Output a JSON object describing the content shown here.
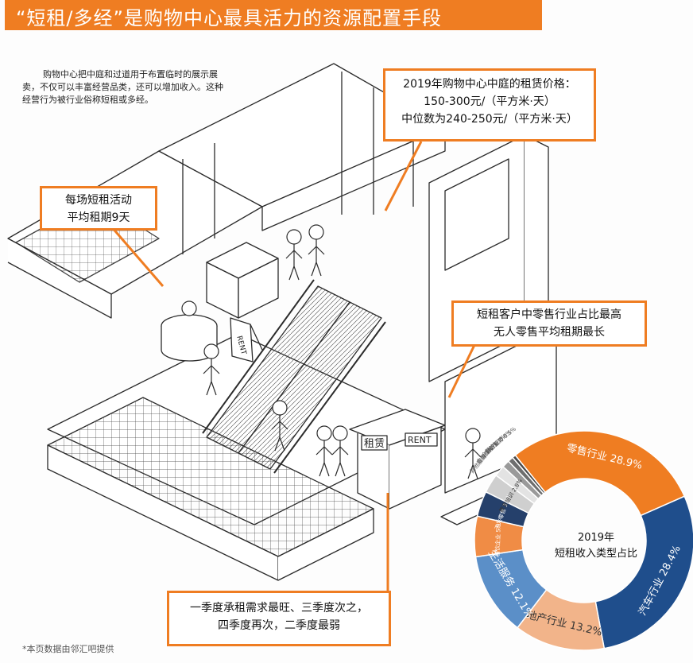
{
  "title": "“短租/多经”是购物中心最具活力的资源配置手段",
  "intro": "购物中心把中庭和过道用于布置临时的展示展卖，不仅可以丰富经营品类，还可以增加收入。这种经营行为被行业俗称短租或多经。",
  "callouts": {
    "price": [
      "2019年购物中心中庭的租赁价格：",
      "150-300元/（平方米·天）",
      "中位数为240-250元/（平方米·天）"
    ],
    "duration": [
      "每场短租活动",
      "平均租期9天"
    ],
    "retail": [
      "短租客户中零售行业占比最高",
      "无人零售平均租期最长"
    ],
    "season": [
      "一季度承租需求最旺、三季度次之，",
      "四季度再次，二季度最弱"
    ]
  },
  "signs": {
    "rent_board": "RENT",
    "kiosk_cn": "租赁",
    "kiosk_en": "RENT"
  },
  "colors": {
    "accent": "#ef7d22",
    "navy": "#1f4e8c"
  },
  "chart_data": {
    "type": "pie",
    "title": "2019年\n短租收入类型占比",
    "categories": [
      "零售行业",
      "汽车行业",
      "地产行业",
      "生活服务",
      "餐饮企业",
      "无人零售",
      "教育培训",
      "其他服务",
      "金融保险",
      "金融行业",
      "餐饮服务"
    ],
    "values": [
      28.9,
      28.4,
      13.2,
      12.1,
      5.9,
      3.7,
      2.8,
      1.6,
      1.1,
      0.8,
      0.5
    ],
    "slice_labels": [
      "零售行业 28.9%",
      "汽车行业 28.4%",
      "地产行业 13.2%",
      "生活服务 12.1%",
      "餐饮企业 5.9%",
      "无人零售 3.7%",
      "教育培训 2.8%",
      "其他服务 1.6%",
      "金融保险 1.1%",
      "金融行业 0.8%",
      "餐饮服务 0.5%"
    ],
    "slice_colors": [
      "#ef7d22",
      "#1f4e8c",
      "#f2b48a",
      "#5b8fc8",
      "#f08c45",
      "#25406b",
      "#cfcfcf",
      "#e3e3e3",
      "#9a9a9a",
      "#6e6e6e",
      "#4a4a4a"
    ]
  },
  "footnote": "*本页数据由邻汇吧提供"
}
